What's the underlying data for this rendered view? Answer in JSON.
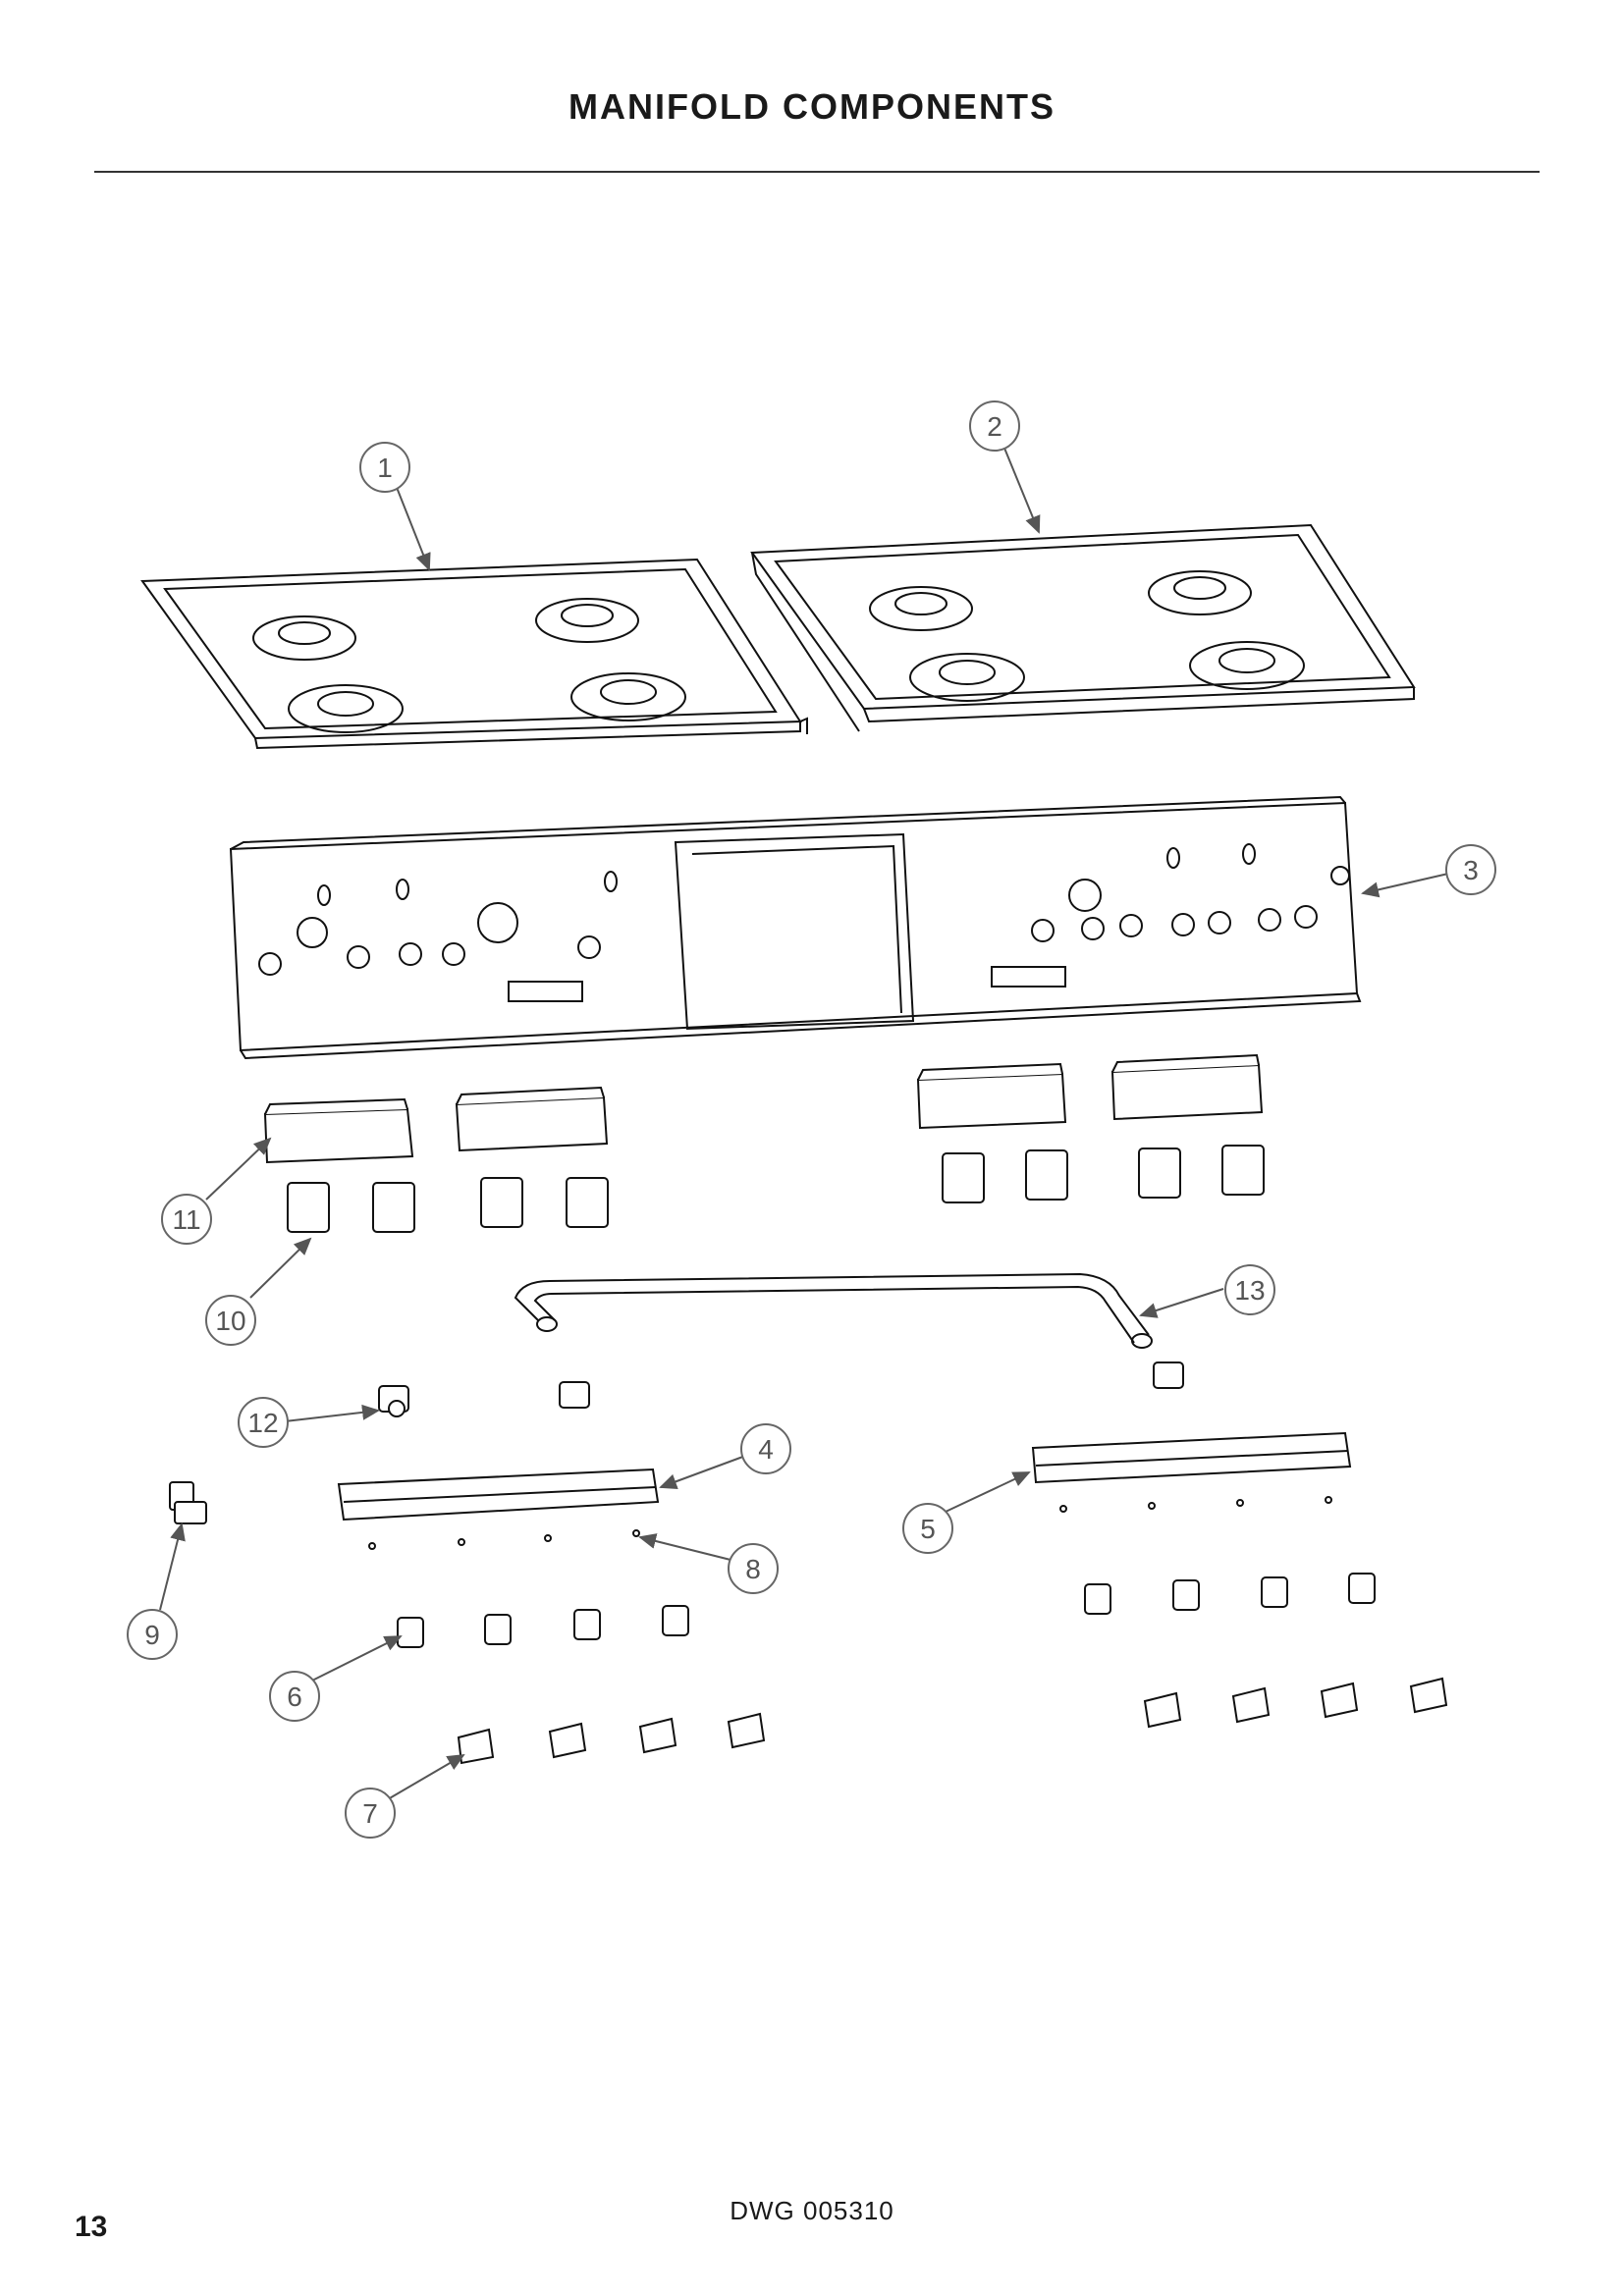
{
  "page": {
    "title": "MANIFOLD COMPONENTS",
    "drawing_number": "DWG 005310",
    "page_number": "13"
  },
  "callouts": [
    {
      "id": "1",
      "label": "1"
    },
    {
      "id": "2",
      "label": "2"
    },
    {
      "id": "3",
      "label": "3"
    },
    {
      "id": "4",
      "label": "4"
    },
    {
      "id": "5",
      "label": "5"
    },
    {
      "id": "6",
      "label": "6"
    },
    {
      "id": "7",
      "label": "7"
    },
    {
      "id": "8",
      "label": "8"
    },
    {
      "id": "9",
      "label": "9"
    },
    {
      "id": "10",
      "label": "10"
    },
    {
      "id": "11",
      "label": "11"
    },
    {
      "id": "12",
      "label": "12"
    },
    {
      "id": "13",
      "label": "13"
    }
  ]
}
